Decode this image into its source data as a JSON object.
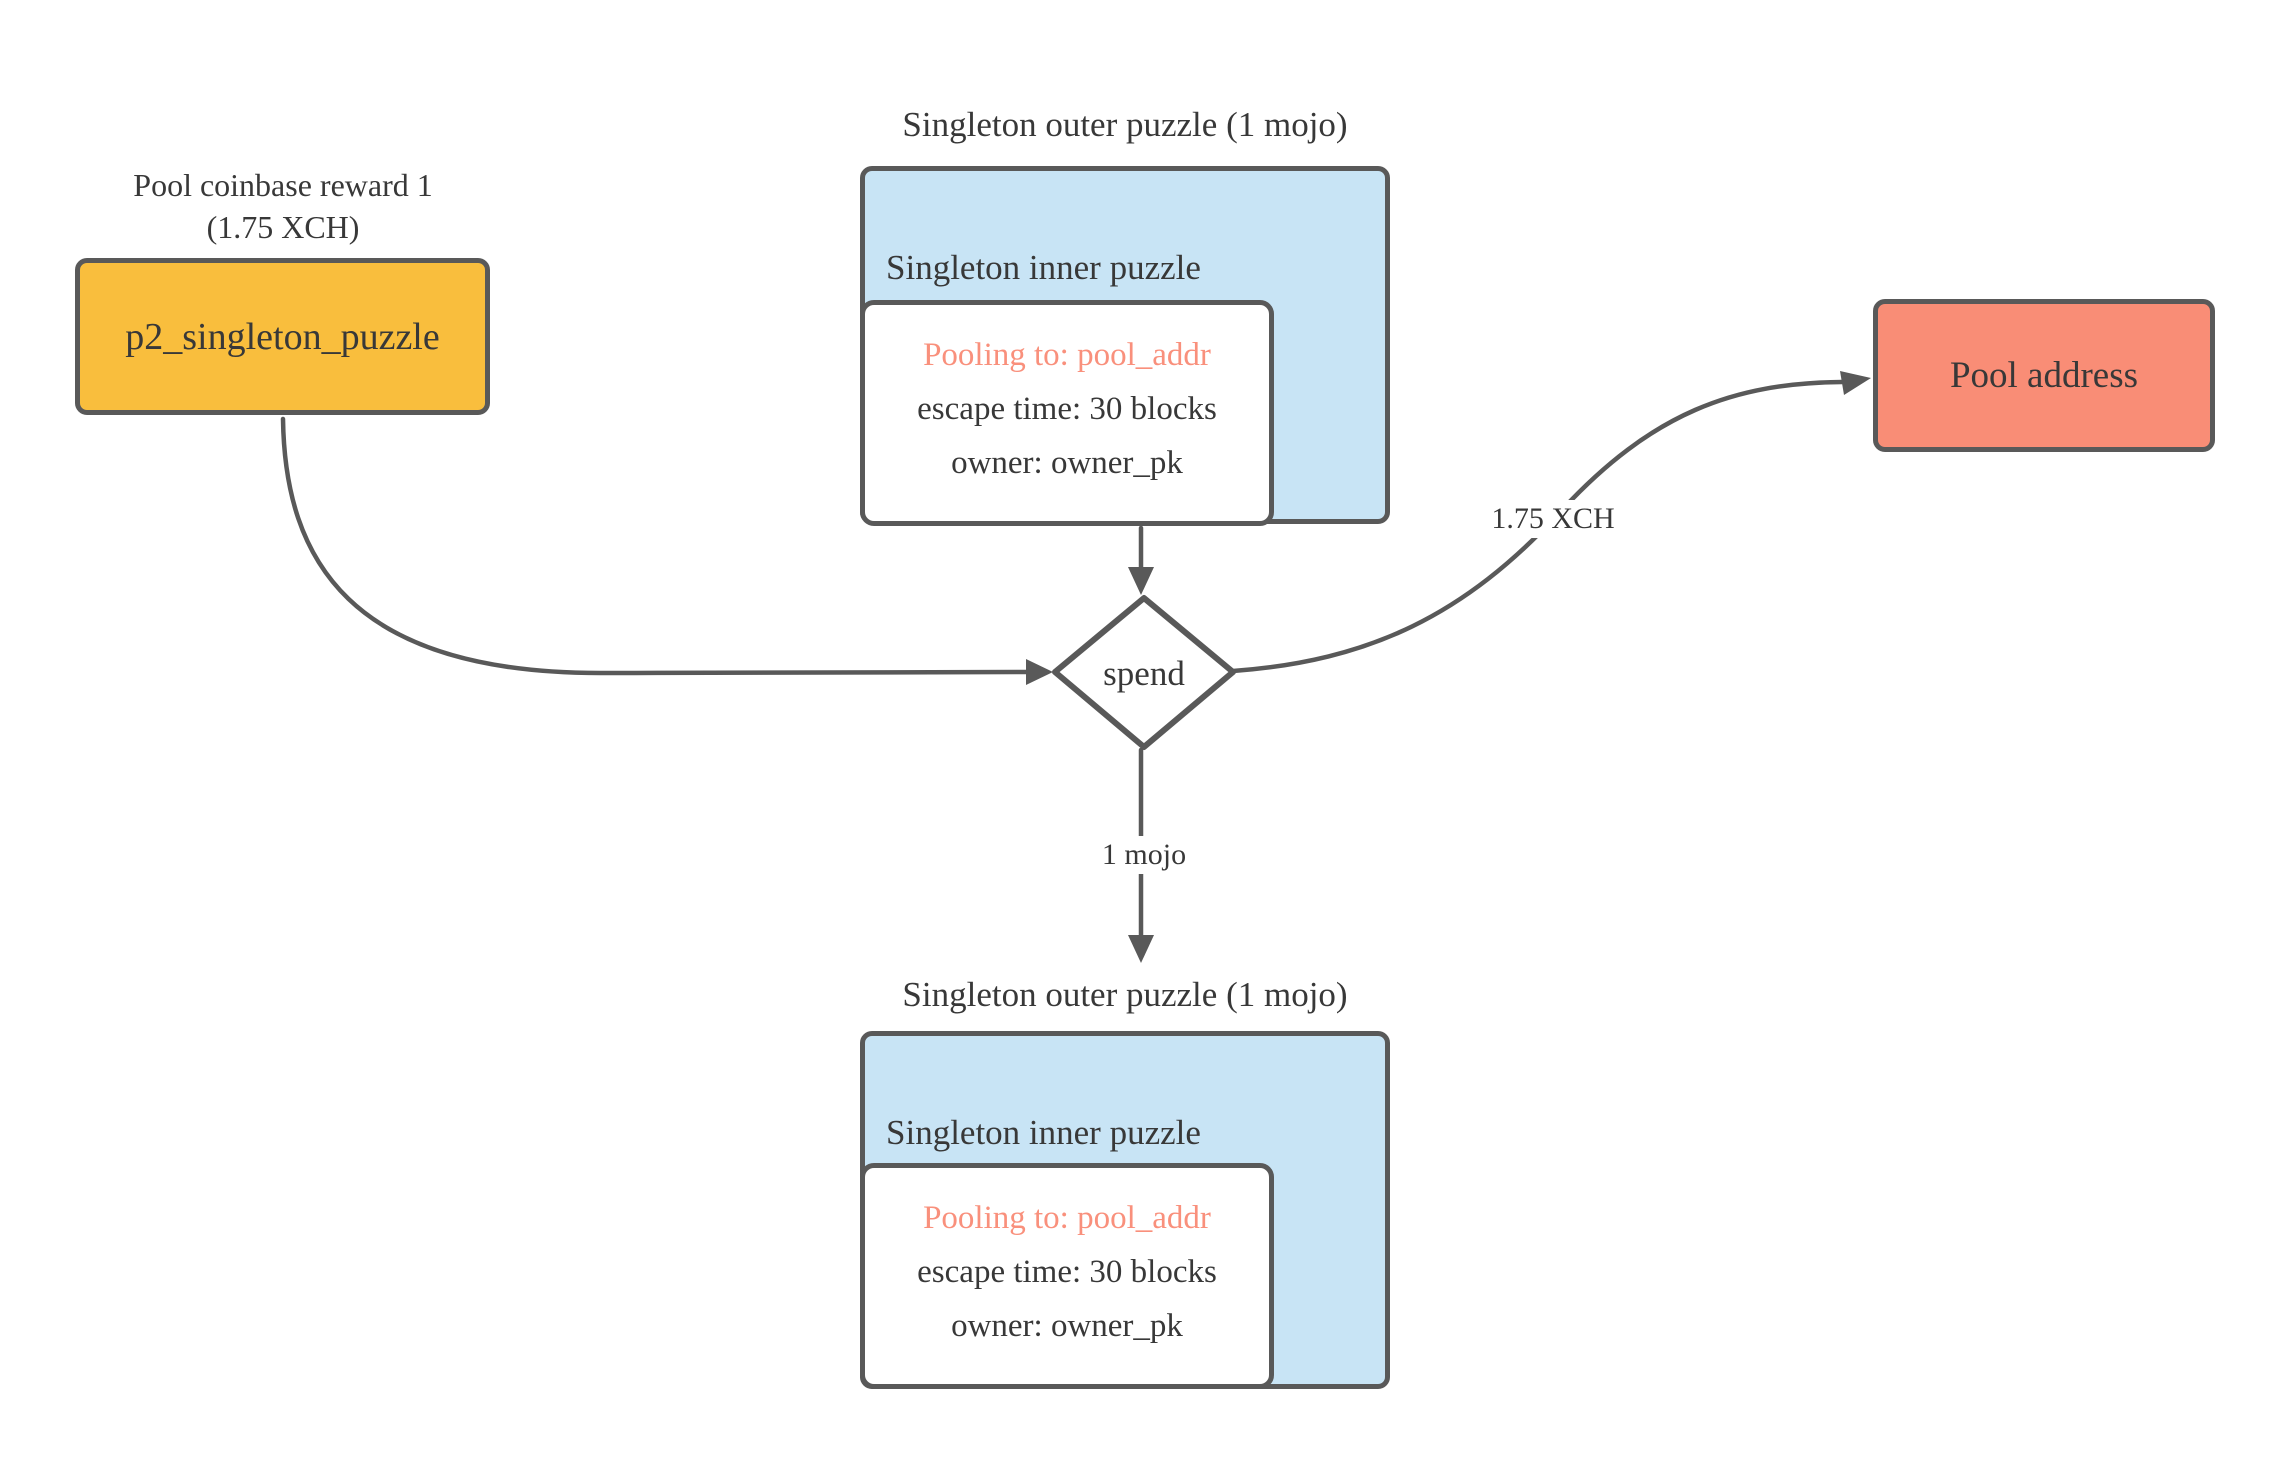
{
  "colors": {
    "background": "#FFFFFF",
    "node_yellow": "#F9BE3D",
    "node_blue": "#C8E4F5",
    "node_salmon": "#F98D76",
    "pooling_text_salmon": "#F9907C",
    "stroke_gray": "#595959",
    "text_dark": "#383838"
  },
  "nodes": {
    "coinbase": {
      "caption_line1": "Pool coinbase reward 1",
      "caption_line2": "(1.75 XCH)",
      "label": "p2_singleton_puzzle"
    },
    "singleton_top": {
      "title": "Singleton outer puzzle (1 mojo)",
      "inner_label": "Singleton inner puzzle",
      "state_lines": {
        "pooling": "Pooling to: pool_addr",
        "escape": "escape time: 30 blocks",
        "owner": "owner: owner_pk"
      }
    },
    "spend": {
      "label": "spend"
    },
    "pool_address": {
      "label": "Pool address"
    },
    "singleton_bottom": {
      "title": "Singleton outer puzzle (1 mojo)",
      "inner_label": "Singleton inner puzzle",
      "state_lines": {
        "pooling": "Pooling to: pool_addr",
        "escape": "escape time: 30 blocks",
        "owner": "owner: owner_pk"
      }
    }
  },
  "edges": {
    "spend_to_pool_label": "1.75 XCH",
    "spend_to_new_singleton_label": "1 mojo"
  }
}
